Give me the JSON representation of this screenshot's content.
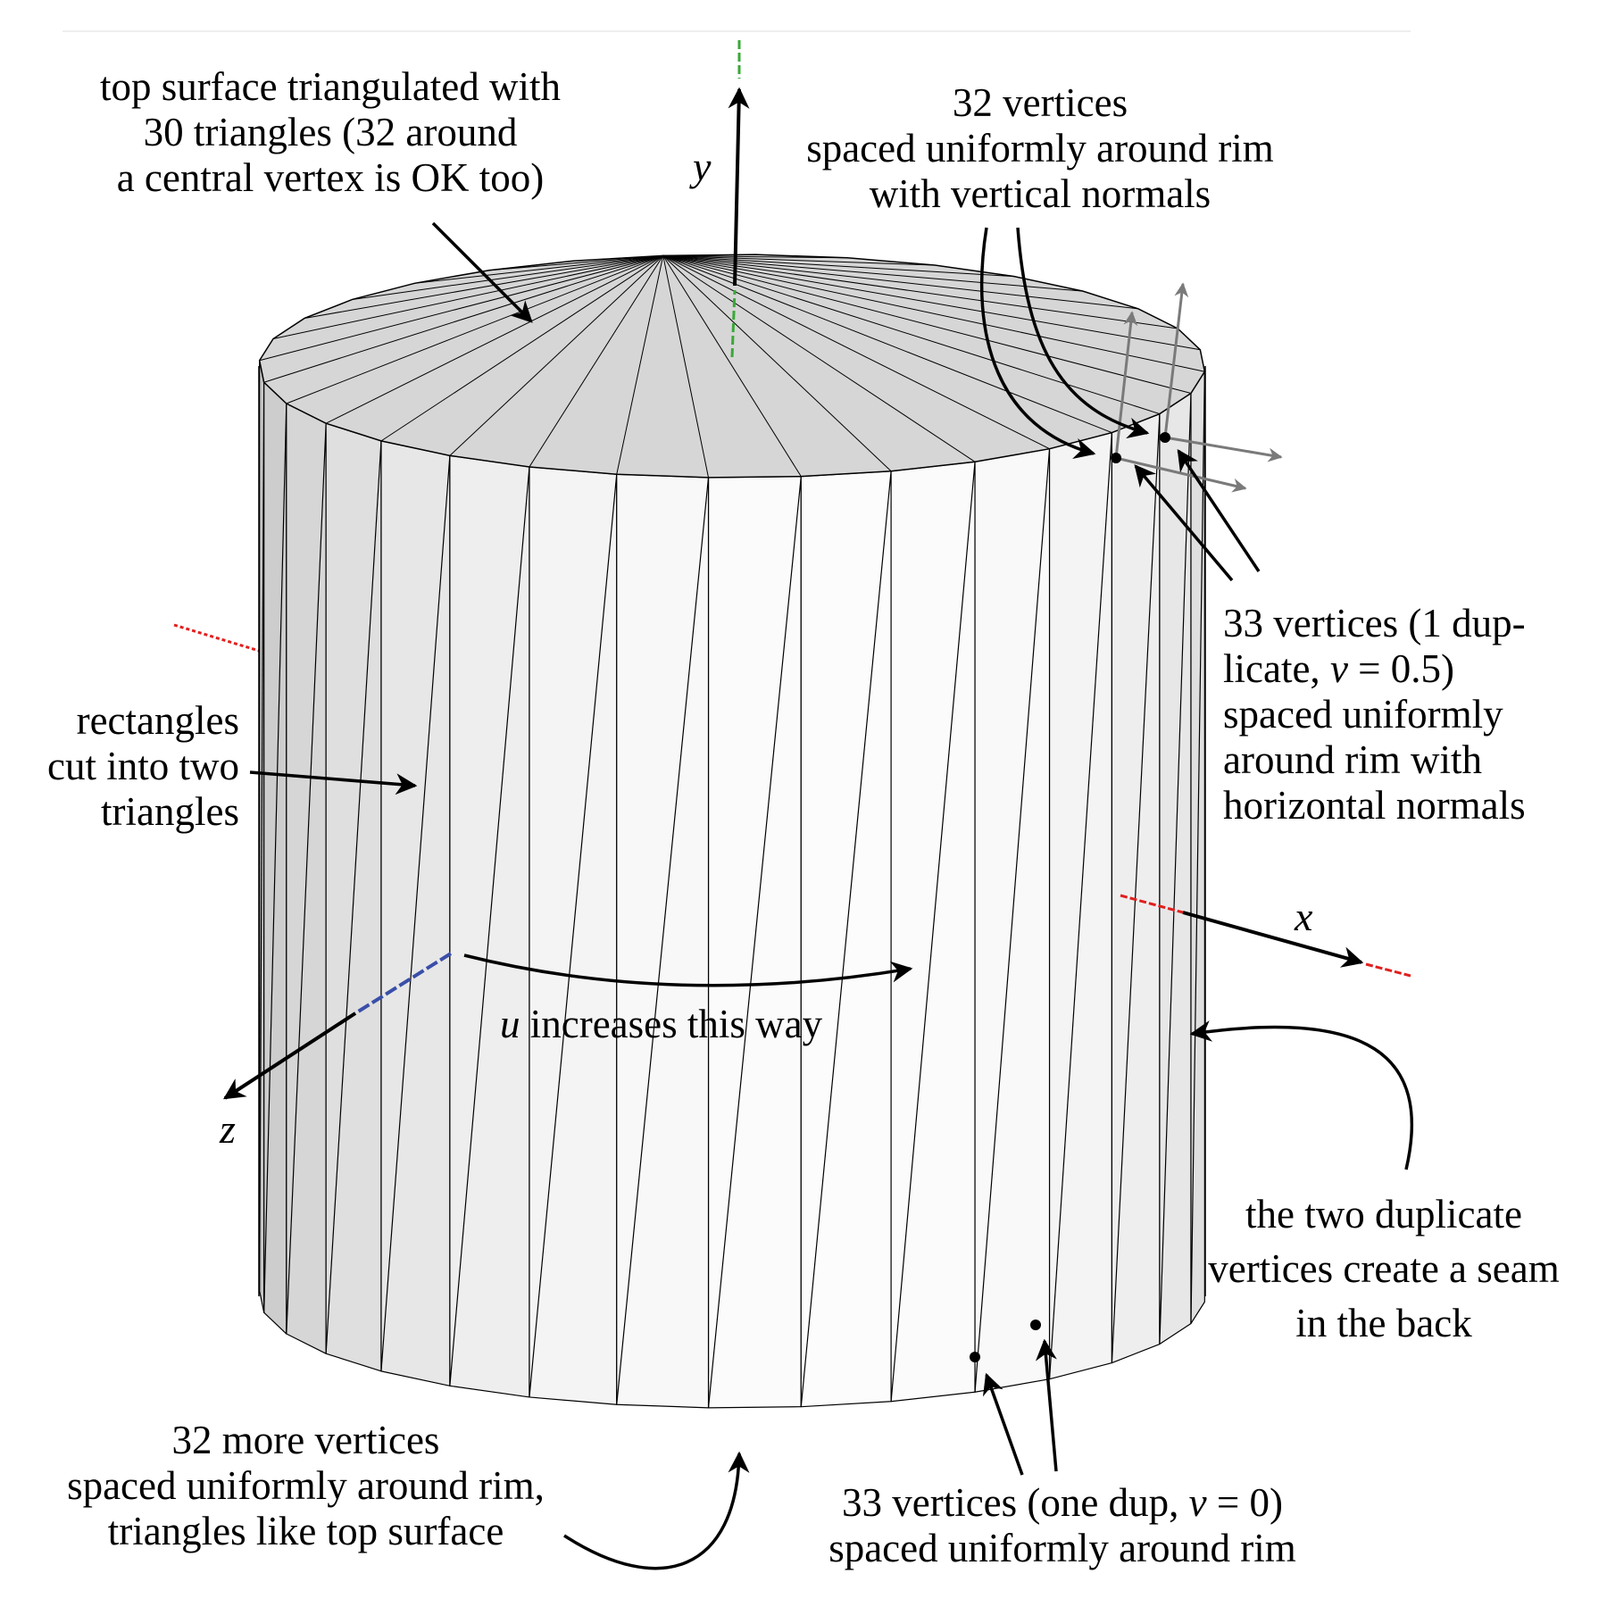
{
  "axes": {
    "x": "x",
    "y": "y",
    "z": "z"
  },
  "labels": {
    "top_surface": [
      "top surface triangulated with",
      "30 triangles (32 around",
      "a central vertex is OK too)"
    ],
    "top_rim": [
      "32 vertices",
      "spaced uniformly around rim",
      "with vertical normals"
    ],
    "side_rim": [
      "33 vertices (1 dup-",
      "licate, ",
      "v",
      " = 0.5)",
      "spaced uniformly",
      "around rim with",
      "horizontal normals"
    ],
    "rectangles": [
      "rectangles",
      "cut into two",
      "triangles"
    ],
    "u_direction": [
      "u",
      " increases this way"
    ],
    "seam": [
      "the two duplicate",
      "vertices create a seam",
      "in the back"
    ],
    "bottom_surface": [
      "32 more vertices",
      "spaced uniformly around rim,",
      "triangles like top surface"
    ],
    "bottom_rim": [
      "33 vertices (one dup, ",
      "v",
      " = 0)",
      "spaced uniformly around rim"
    ]
  },
  "colors": {
    "x_axis": "#e0201e",
    "y_axis": "#3aa838",
    "z_axis": "#3a4fa8",
    "normal": "#7a7a7a",
    "top_face": "#d6d6d6",
    "side_face": "#f7f7f7"
  }
}
